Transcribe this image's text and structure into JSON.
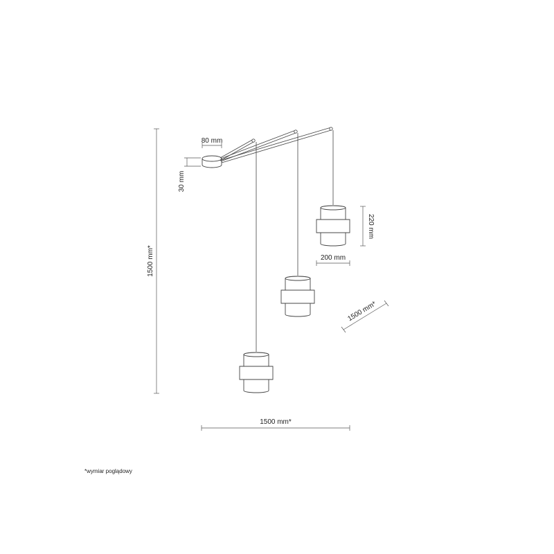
{
  "dimensions": {
    "canopy_width": "80 mm",
    "canopy_height": "30 mm",
    "total_height": "1500 mm*",
    "shade_height": "220 mm",
    "shade_width": "200 mm",
    "depth": "1500 mm*",
    "total_width": "1500 mm*"
  },
  "footnote": "*wymiar poglądowy",
  "colors": {
    "line": "#444444",
    "dimension": "#555555",
    "text": "#222222"
  }
}
